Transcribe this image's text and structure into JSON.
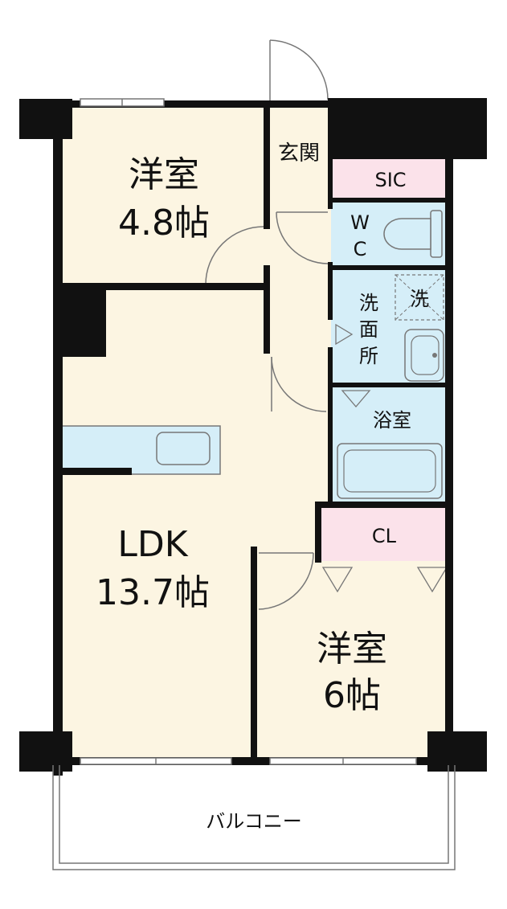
{
  "rooms": {
    "western_room_a": {
      "name": "洋室",
      "size": "4.8帖"
    },
    "entrance": {
      "name": "玄関"
    },
    "sic": {
      "name": "SIC"
    },
    "wc": {
      "line1": "W",
      "line2": "C"
    },
    "washroom": {
      "line1": "洗",
      "line2": "面",
      "line3": "所"
    },
    "washer": {
      "name": "洗"
    },
    "bathroom": {
      "name": "浴室"
    },
    "ldk": {
      "name": "LDK",
      "size": "13.7帖"
    },
    "closet": {
      "name": "CL"
    },
    "western_room_b": {
      "name": "洋室",
      "size": "6帖"
    },
    "balcony": {
      "name": "バルコニー"
    }
  },
  "colors": {
    "room_fill": "#fcf5e2",
    "wet_area_fill": "#d5eef8",
    "storage_fill": "#fbe2ea",
    "wall": "#111111",
    "line": "#777777"
  }
}
